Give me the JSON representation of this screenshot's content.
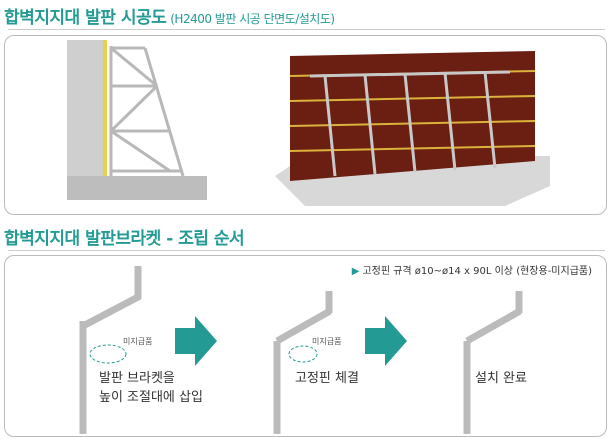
{
  "section1": {
    "title": "합벽지지대 발판 시공도",
    "subtitle": "(H2400 발판 시공 단면도/설치도)"
  },
  "section2": {
    "title": "합벽지지대 발판브라켓 - 조립 순서",
    "note": "고정핀 규격 ø10~ø14 x 90L 이상 (현장용-미지급품)",
    "steps": [
      {
        "callout": "미지급품",
        "line1": "발판 브라켓을",
        "line2": "높이 조절대에 삽입"
      },
      {
        "callout": "미지급품",
        "line1": "고정핀 체결"
      },
      {
        "line1": "설치 완료"
      }
    ]
  },
  "colors": {
    "accent": "#239b94",
    "wall_wood": "#6b1e12",
    "beam": "#d9b33c"
  }
}
